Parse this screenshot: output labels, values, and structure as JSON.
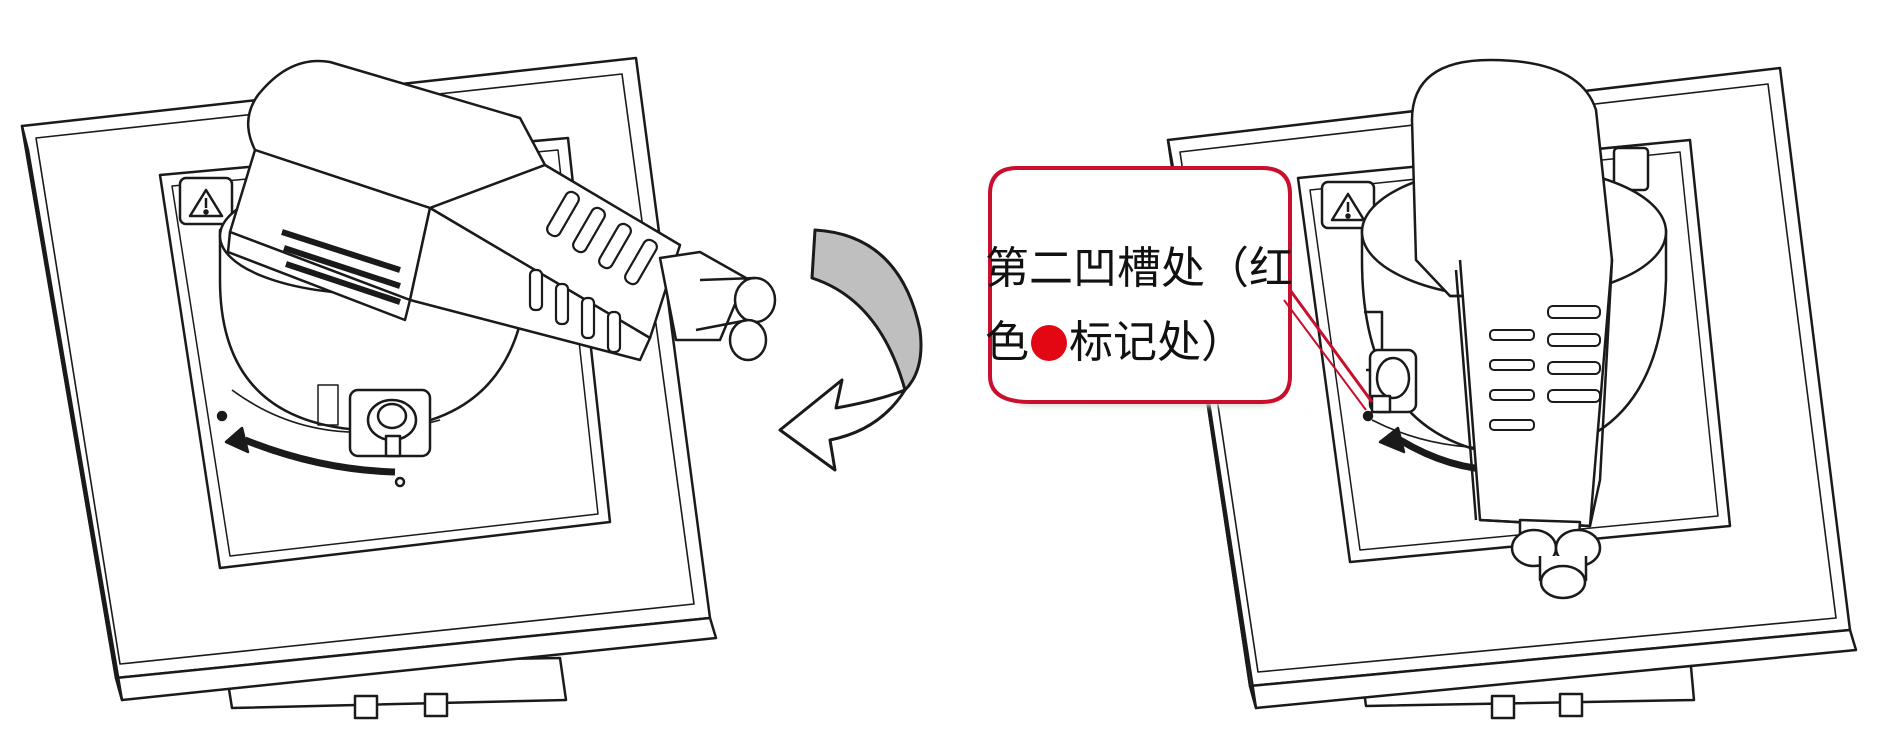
{
  "figure": {
    "callout": {
      "line1": "第二凹槽处（红",
      "line2_before": "色",
      "line2_after": "标记处）",
      "marker_color": "#e30613"
    },
    "colors": {
      "stroke": "#1a1a1a",
      "callout_border": "#c8102e",
      "callout_fill": "#ffffff",
      "rotate_arrow_fill": "#bfbfbf",
      "shadow": "#d9d9d9"
    },
    "icons": [
      "warning-icon",
      "rotate-arrow-icon",
      "red-marker-icon"
    ]
  }
}
